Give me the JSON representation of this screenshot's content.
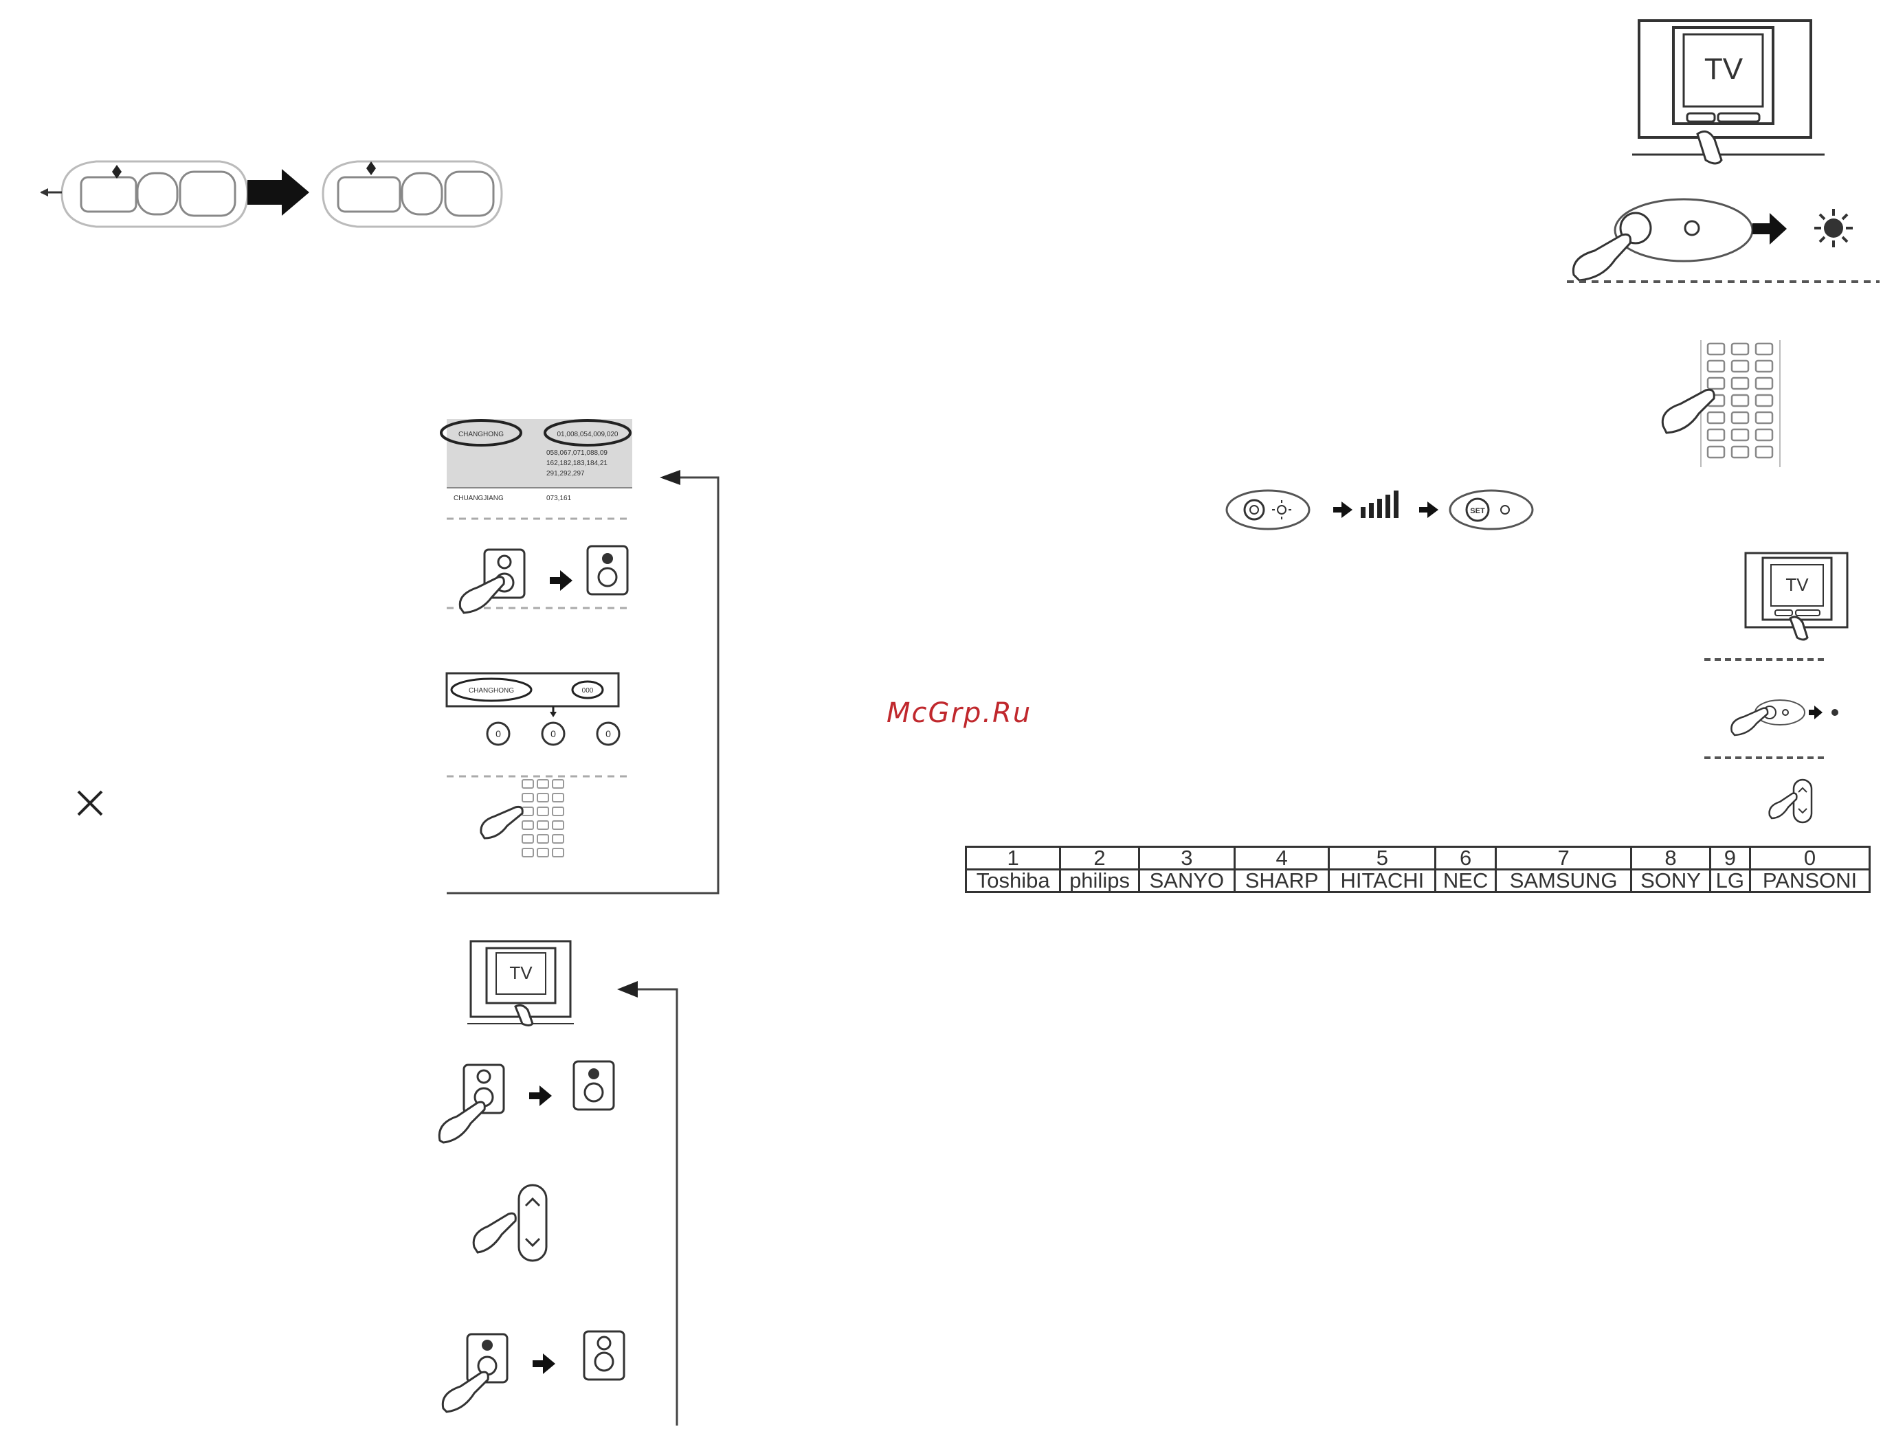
{
  "watermark": "McGrp.Ru",
  "tv_label": "TV",
  "code_table": {
    "numbers": [
      "1",
      "2",
      "3",
      "4",
      "5",
      "6",
      "7",
      "8",
      "9",
      "0"
    ],
    "brands": [
      "Toshiba",
      "philips",
      "SANYO",
      "SHARP",
      "HITACHI",
      "NEC",
      "SAMSUNG",
      "SONY",
      "LG",
      "PANSONI"
    ]
  },
  "brand_list": {
    "brand_1": "CHANGHONG",
    "codes_1": "01,008,054,009,020",
    "codes_1b": "058,067,071,088,09",
    "codes_1c": "162,182,183,184,21",
    "codes_1d": "291,292,297",
    "brand_2": "CHUANGJIANG",
    "codes_2": "073,161"
  },
  "display_brand": "CHANGHONG",
  "display_code": "000",
  "code_digits": [
    "0",
    "0",
    "0"
  ],
  "set_label": "SET"
}
